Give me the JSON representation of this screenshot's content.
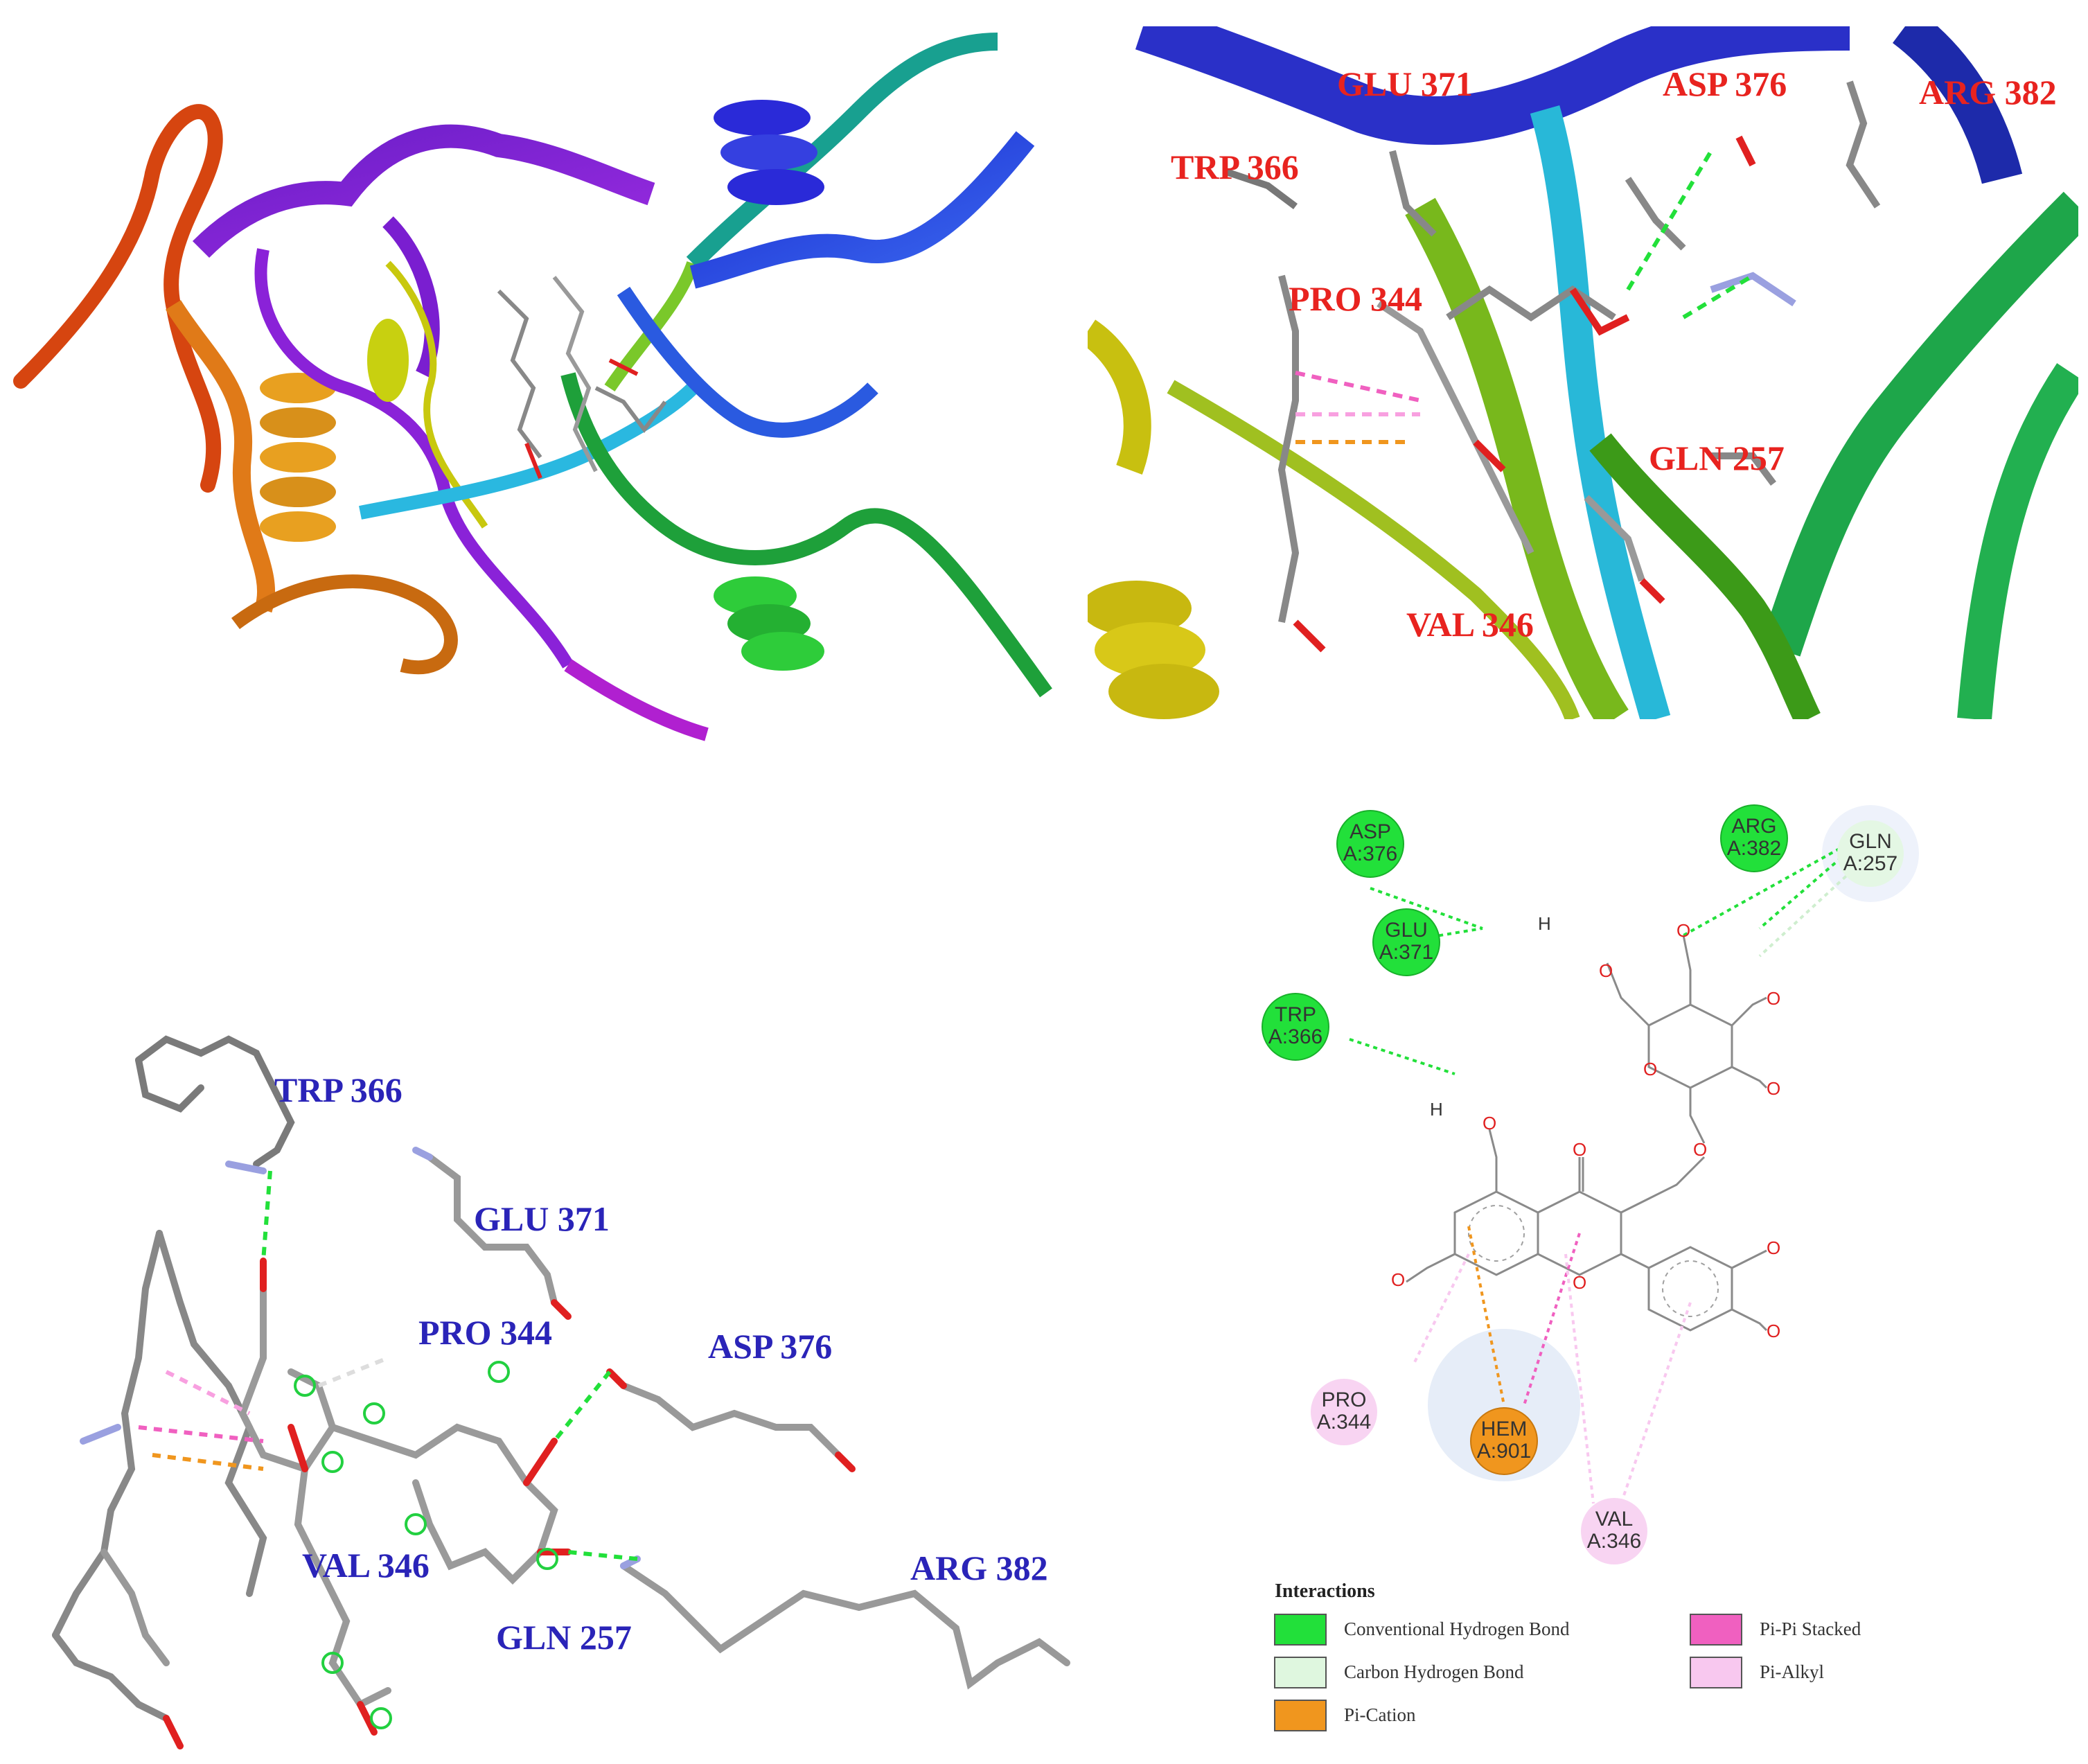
{
  "panel_b": {
    "labels": [
      {
        "text": "GLU 371"
      },
      {
        "text": "ASP 376"
      },
      {
        "text": "ARG 382"
      },
      {
        "text": "TRP 366"
      },
      {
        "text": "PRO 344"
      },
      {
        "text": "GLN 257"
      },
      {
        "text": "VAL 346"
      }
    ]
  },
  "panel_c": {
    "labels": [
      {
        "text": "TRP 366"
      },
      {
        "text": "GLU 371"
      },
      {
        "text": "PRO 344"
      },
      {
        "text": "ASP 376"
      },
      {
        "text": "VAL 346"
      },
      {
        "text": "GLN 257"
      },
      {
        "text": "ARG 382"
      }
    ]
  },
  "panel_d": {
    "residues": [
      {
        "line1": "ASP",
        "line2": "A:376",
        "type": "conventional"
      },
      {
        "line1": "ARG",
        "line2": "A:382",
        "type": "conventional"
      },
      {
        "line1": "GLN",
        "line2": "A:257",
        "type": "carbon"
      },
      {
        "line1": "GLU",
        "line2": "A:371",
        "type": "conventional"
      },
      {
        "line1": "TRP",
        "line2": "A:366",
        "type": "conventional"
      },
      {
        "line1": "PRO",
        "line2": "A:344",
        "type": "pialkyl"
      },
      {
        "line1": "HEM",
        "line2": "A:901",
        "type": "pication"
      },
      {
        "line1": "VAL",
        "line2": "A:346",
        "type": "pialkyl"
      }
    ],
    "atom_O": "O",
    "atom_H": "H",
    "legend": {
      "title": "Interactions",
      "items": [
        {
          "label": "Conventional Hydrogen Bond",
          "color": "#22e03a"
        },
        {
          "label": "Carbon Hydrogen Bond",
          "color": "#dff7df"
        },
        {
          "label": "Pi-Cation",
          "color": "#f0961e"
        },
        {
          "label": "Pi-Pi Stacked",
          "color": "#f060c0"
        },
        {
          "label": "Pi-Alkyl",
          "color": "#f8c8ef"
        }
      ]
    }
  },
  "colors": {
    "red_label": "#e8231f",
    "blue_label": "#2a24b8",
    "conventional": "#22e03a",
    "carbon": "#dff7df",
    "pication": "#f0961e",
    "pistacked": "#f060c0",
    "pialkyl": "#f8c8ef"
  }
}
